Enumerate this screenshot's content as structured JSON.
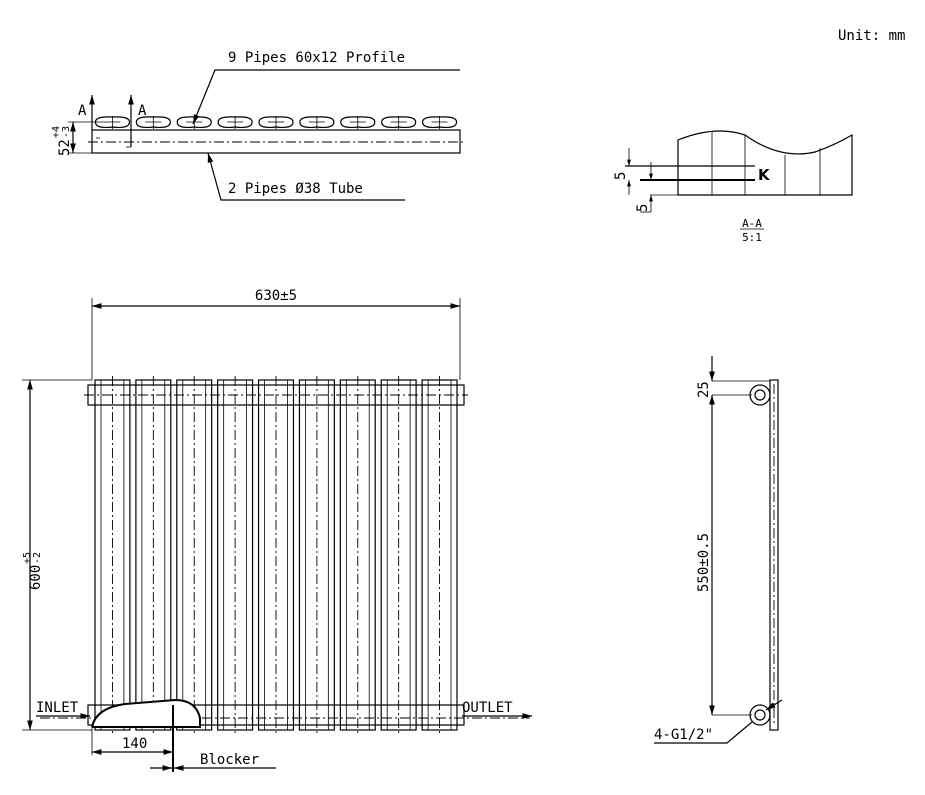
{
  "unit_label": "Unit: mm",
  "top_view": {
    "pipe_count": 9,
    "profile_label": "9 Pipes 60x12 Profile",
    "tube_label": "2 Pipes Ø38 Tube",
    "section_mark": "A",
    "depth_dim": "52",
    "depth_tol_upper": "+4",
    "depth_tol_lower": "-3"
  },
  "section_view": {
    "k_label": "K",
    "dim_a": "5",
    "dim_b": "5",
    "title": "A-A",
    "scale": "5:1"
  },
  "front_view": {
    "panel_count": 9,
    "width_dim": "630±5",
    "height_dim": "600",
    "height_tol_upper": "+5",
    "height_tol_lower": "-2",
    "inlet_label": "INLET",
    "outlet_label": "OUTLET",
    "blocker_dim": "140",
    "blocker_label": "Blocker"
  },
  "side_view": {
    "top_offset_dim": "25",
    "centers_dim": "550±0.5",
    "connection_label": "4-G1/2\""
  }
}
